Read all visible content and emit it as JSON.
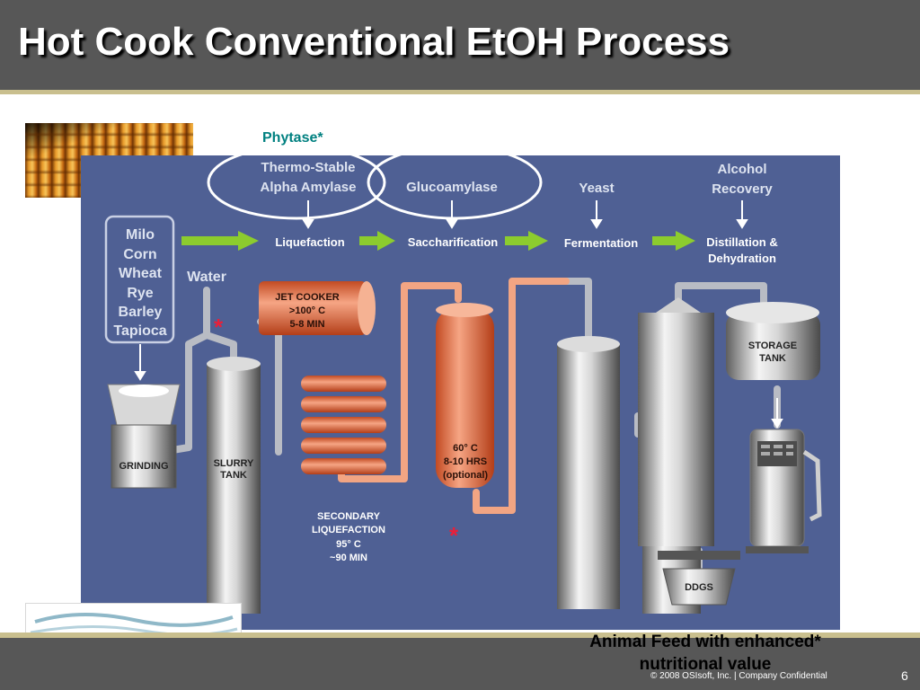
{
  "title": "Hot Cook Conventional EtOH Process",
  "phytase_label": "Phytase*",
  "diagram": {
    "enzymes": {
      "thermo_line1": "Thermo-Stable",
      "thermo_line2": "Alpha Amylase",
      "glucoamylase": "Glucoamylase",
      "yeast": "Yeast",
      "alcohol_line1": "Alcohol",
      "alcohol_line2": "Recovery"
    },
    "grains": [
      "Milo",
      "Corn",
      "Wheat",
      "Rye",
      "Barley",
      "Tapioca"
    ],
    "stages": {
      "liquefaction": "Liquefaction",
      "saccharification": "Saccharification",
      "fermentation": "Fermentation",
      "distill_line1": "Distillation &",
      "distill_line2": "Dehydration"
    },
    "water": "Water",
    "jet_cooker": {
      "line1": "JET COOKER",
      "line2": ">100° C",
      "line3": "5-8 MIN"
    },
    "grinding": "GRINDING",
    "slurry": {
      "line1": "SLURRY",
      "line2": "TANK"
    },
    "secondary": {
      "line1": "SECONDARY",
      "line2": "LIQUEFACTION",
      "line3": "95° C",
      "line4": "~90 MIN"
    },
    "sacch_tank": {
      "line1": "60° C",
      "line2": "8-10 HRS",
      "line3": "(optional)"
    },
    "storage": {
      "line1": "STORAGE",
      "line2": "TANK"
    },
    "ddgs": "DDGS",
    "asterisk": "*"
  },
  "animal_feed": {
    "line1": "Animal Feed with enhanced*",
    "line2": "nutritional value"
  },
  "footer": {
    "copyright": "© 2008 OSIsoft, Inc.  |  Company Confidential",
    "page": "6"
  },
  "colors": {
    "header": "#575757",
    "accent_rule": "#c9bf8e",
    "diagram_bg": "#4f6094",
    "arrow": "#8ccc2e",
    "phytase": "#008080",
    "asterisk": "#e8203a"
  }
}
